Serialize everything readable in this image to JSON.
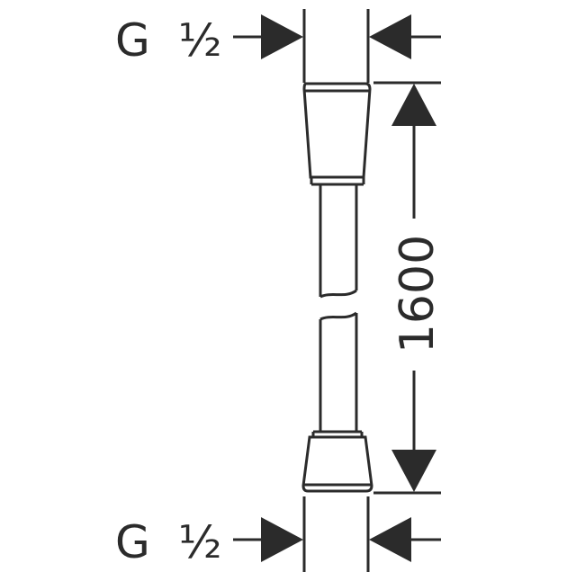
{
  "top_thread": {
    "letter": "G",
    "size": "½"
  },
  "bottom_thread": {
    "letter": "G",
    "size": "½"
  },
  "length_dimension": "1600",
  "colors": {
    "ink": "#2b2b2b",
    "background": "#ffffff"
  }
}
